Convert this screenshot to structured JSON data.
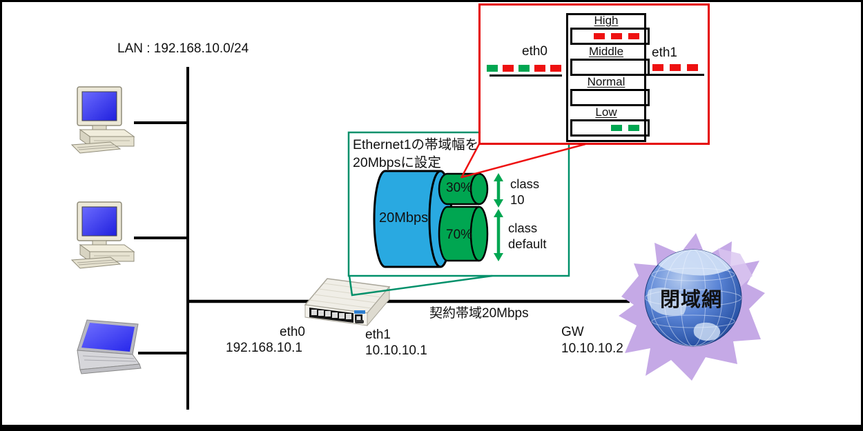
{
  "colors": {
    "red": "#ee1111",
    "green": "#00a651",
    "teal_border": "#00906a",
    "red_border": "#e50000",
    "cylinder_blue": "#29a9e1",
    "purple_brush": "#c5a9e6"
  },
  "lan": {
    "label": "LAN : 192.168.10.0/24"
  },
  "router_labels": {
    "eth0_name": "eth0",
    "eth0_ip": "192.168.10.1",
    "eth1_name": "eth1",
    "eth1_ip": "10.10.10.1"
  },
  "wan": {
    "link_label": "契約帯域20Mbps",
    "gw_label": "GW",
    "gw_ip": "10.10.10.2",
    "cloud_label": "閉域網"
  },
  "bandwidth_callout": {
    "title_line1": "Ethernet1の帯域幅を",
    "title_line2": "20Mbpsに設定",
    "total_bandwidth": "20Mbps",
    "class10_share": "30%",
    "class10_label_line1": "class",
    "class10_label_line2": "10",
    "class_default_share": "70%",
    "class_default_label_line1": "class",
    "class_default_label_line2": "default"
  },
  "qos_callout": {
    "eth0_label": "eth0",
    "eth1_label": "eth1",
    "eth0_packets": [
      "green",
      "red",
      "green",
      "red",
      "red"
    ],
    "eth1_packets": [
      "red",
      "red",
      "red"
    ],
    "queues": [
      {
        "label": "High",
        "packets": [
          "red",
          "red",
          "red"
        ]
      },
      {
        "label": "Middle",
        "packets": []
      },
      {
        "label": "Normal",
        "packets": []
      },
      {
        "label": "Low",
        "packets": [
          "green",
          "green"
        ]
      }
    ]
  }
}
